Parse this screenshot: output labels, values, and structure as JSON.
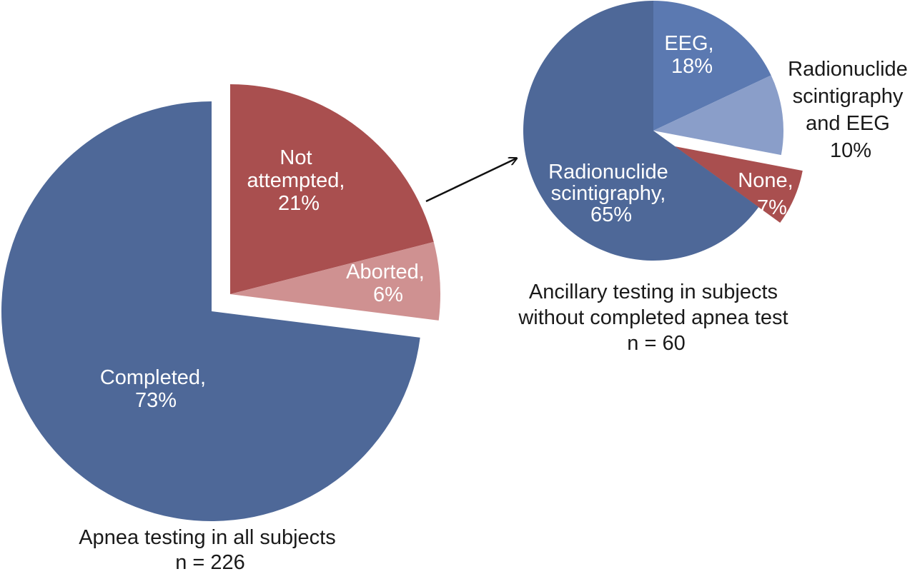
{
  "chart_data": [
    {
      "type": "pie",
      "caption": [
        "Apnea testing in all subjects",
        "n = 226"
      ],
      "slices": [
        {
          "label": "Completed,",
          "value_label": "73%",
          "value": 73,
          "color": "#4e6898"
        },
        {
          "label": "Not attempted,",
          "value_label": "21%",
          "value": 21,
          "color": "#a94f4f"
        },
        {
          "label": "Aborted,",
          "value_label": "6%",
          "value": 6,
          "color": "#cf9191"
        }
      ]
    },
    {
      "type": "pie",
      "caption": [
        "Ancillary testing in subjects",
        "without completed apnea test",
        "n = 60"
      ],
      "slices": [
        {
          "label": "EEG,",
          "value_label": "18%",
          "value": 18,
          "color": "#5b79b1"
        },
        {
          "label": "Radionuclide scintigraphy and EEG",
          "value_label": "10%",
          "value": 10,
          "color": "#8a9ec9"
        },
        {
          "label": "None,",
          "value_label": "7%",
          "value": 7,
          "color": "#a94f4f"
        },
        {
          "label": "Radionuclide scintigraphy,",
          "value_label": "65%",
          "value": 65,
          "color": "#4e6898"
        }
      ]
    }
  ],
  "colors": {
    "arrow": "#111111",
    "label_inside": "#ffffff",
    "label_outside": "#1a1a1a"
  }
}
